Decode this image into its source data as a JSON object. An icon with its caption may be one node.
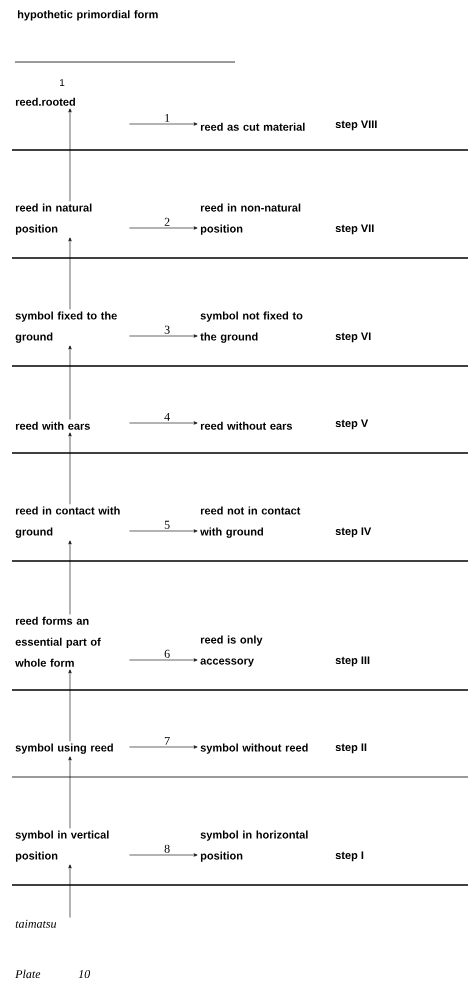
{
  "diagram": {
    "nodes": [
      {
        "text": [
          "hypothetic primordial form"
        ]
      },
      {
        "text": [
          "reed.rooted"
        ]
      },
      {
        "text": [
          "reed as cut material"
        ]
      },
      {
        "text": [
          "reed in natural position"
        ]
      },
      {
        "text": [
          "reed in non-natural position"
        ]
      },
      {
        "text": [
          "symbol fixed to the ground"
        ]
      },
      {
        "text": [
          "symbol not fixed to the ground"
        ]
      },
      {
        "text": [
          "reed with ears"
        ]
      },
      {
        "text": [
          "reed without ears"
        ]
      },
      {
        "text": [
          "reed in contact with ground"
        ]
      },
      {
        "text": [
          "reed not in contact with ground"
        ]
      },
      {
        "text": [
          "reed forms an essential part of whole form"
        ]
      },
      {
        "text": [
          "reed is only accessory"
        ]
      },
      {
        "text": [
          "symbol using reed"
        ]
      },
      {
        "text": [
          "symbol without reed"
        ]
      },
      {
        "text": [
          "symbol in vertical position"
        ]
      },
      {
        "text": [
          "symbol in horizontal position"
        ]
      },
      {
        "text": [
          "taimatsu"
        ]
      }
    ],
    "edges": [
      {
        "from": 1,
        "to": 2,
        "arrow": "to",
        "label": "1"
      },
      {
        "from": 3,
        "to": 4,
        "arrow": "to",
        "label": "2"
      },
      {
        "from": 5,
        "to": 6,
        "arrow": "to",
        "label": "3"
      },
      {
        "from": 7,
        "to": 8,
        "arrow": "to",
        "label": "4"
      },
      {
        "from": 9,
        "to": 10,
        "arrow": "to",
        "label": "5"
      },
      {
        "from": 11,
        "to": 12,
        "arrow": "to",
        "label": "6"
      },
      {
        "from": 13,
        "to": 14,
        "arrow": "to",
        "label": "7"
      },
      {
        "from": 15,
        "to": 16,
        "arrow": "to",
        "label": "8"
      },
      {
        "from": 3,
        "to": 1,
        "arrow": "to"
      },
      {
        "from": 5,
        "to": 3,
        "arrow": "to"
      },
      {
        "from": 7,
        "to": 5,
        "arrow": "to"
      },
      {
        "from": 9,
        "to": 7,
        "arrow": "to"
      },
      {
        "from": 11,
        "to": 9,
        "arrow": "to"
      },
      {
        "from": 13,
        "to": 11,
        "arrow": "to"
      },
      {
        "from": 15,
        "to": 13,
        "arrow": "to"
      },
      {
        "from": 17,
        "to": 15,
        "arrow": "to"
      }
    ],
    "labels": [
      "1",
      "step VIII",
      "step VII",
      "step VI",
      "step V",
      "step IV",
      "step III",
      "step II",
      "step I",
      "Plate",
      "10"
    ]
  }
}
